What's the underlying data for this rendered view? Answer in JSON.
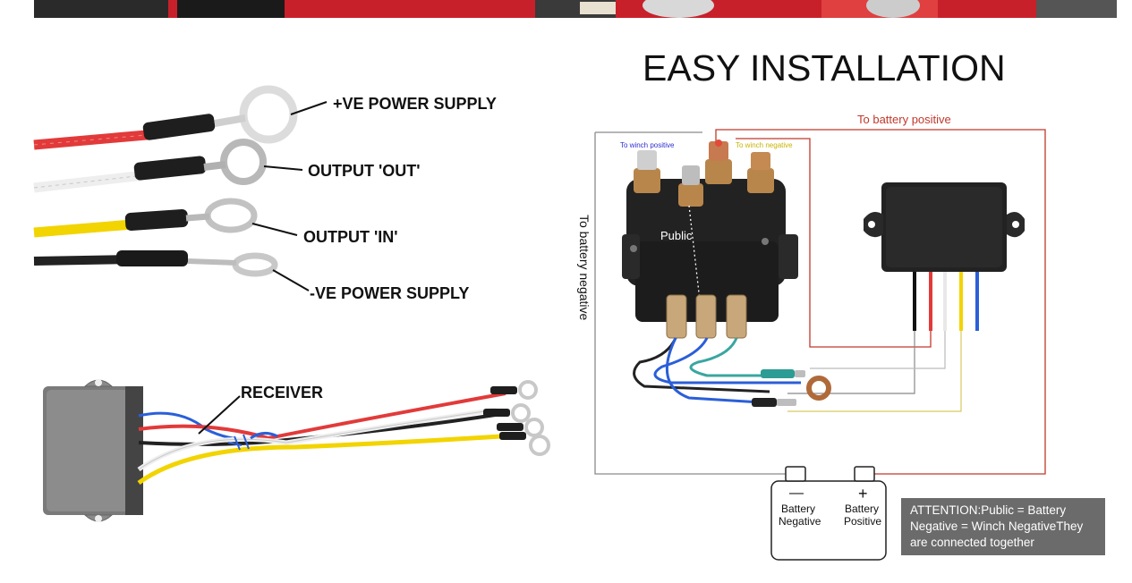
{
  "heading": "EASY INSTALLATION",
  "wire_labels": {
    "positive_supply": "+VE POWER SUPPLY",
    "output_out": "OUTPUT 'OUT'",
    "output_in": "OUTPUT 'IN'",
    "negative_supply": "-VE POWER SUPPLY",
    "receiver": "RECEIVER"
  },
  "diagram": {
    "to_battery_positive": "To battery positive",
    "to_battery_negative": "To battery negative",
    "to_winch_positive": "To winch positive",
    "to_winch_negative": "To winch negative",
    "public": "Public"
  },
  "battery": {
    "minus_symbol": "—",
    "plus_symbol": "+",
    "negative_line1": "Battery",
    "negative_line2": "Negative",
    "positive_line1": "Battery",
    "positive_line2": "Positive"
  },
  "attention": "ATTENTION:Public = Battery Negative = Winch NegativeThey are connected together",
  "colors": {
    "red_wire": "#e23a3a",
    "yellow_wire": "#f2d400",
    "white_wire": "#eeeeee",
    "black_wire": "#222222",
    "blue_wire": "#2b5fd9",
    "banner_red": "#c8202a",
    "attention_bg": "#6b6b6b",
    "battery_positive_line": "#c0392b"
  }
}
